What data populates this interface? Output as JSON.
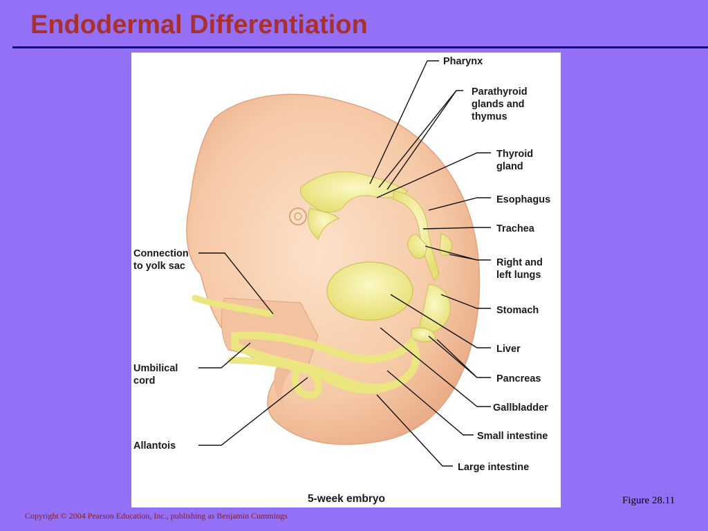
{
  "slide": {
    "title": "Endodermal Differentiation",
    "figure_number": "Figure 28.11",
    "copyright": "Copyright © 2004 Pearson Education, Inc., publishing as Benjamin Cummings"
  },
  "diagram": {
    "caption": "5-week embryo",
    "labels": {
      "pharynx": "Pharynx",
      "parathyroid": "Parathyroid\nglands and\nthymus",
      "thyroid": "Thyroid\ngland",
      "esophagus": "Esophagus",
      "trachea": "Trachea",
      "lungs": "Right and\nleft lungs",
      "stomach": "Stomach",
      "liver": "Liver",
      "pancreas": "Pancreas",
      "gallbladder": "Gallbladder",
      "small_intestine": "Small intestine",
      "large_intestine": "Large intestine",
      "yolk_sac": "Connection\nto yolk sac",
      "umbilical": "Umbilical\ncord",
      "allantois": "Allantois"
    },
    "colors": {
      "embryo_body": "#f6c9a6",
      "endoderm": "#f2ef9a",
      "background": "#9370f5",
      "title": "#a8302e"
    }
  }
}
